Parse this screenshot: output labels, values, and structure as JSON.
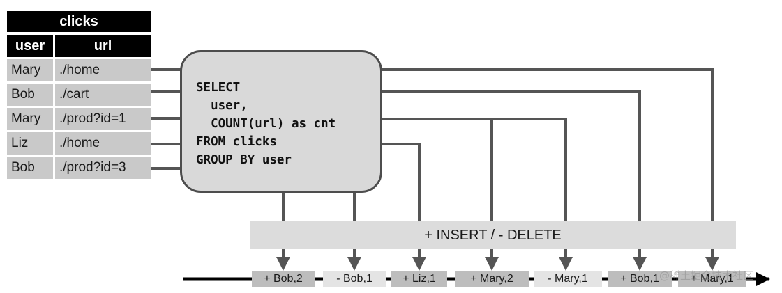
{
  "table": {
    "title": "clicks",
    "headers": [
      "user",
      "url"
    ],
    "rows": [
      {
        "user": "Mary",
        "url": "./home"
      },
      {
        "user": "Bob",
        "url": "./cart"
      },
      {
        "user": "Mary",
        "url": "./prod?id=1"
      },
      {
        "user": "Liz",
        "url": "./home"
      },
      {
        "user": "Bob",
        "url": "./prod?id=3"
      }
    ]
  },
  "query": {
    "lines": [
      "SELECT",
      "  user,",
      "  COUNT(url) as cnt",
      "FROM clicks",
      "GROUP BY user"
    ]
  },
  "changelog_label": "+ INSERT / - DELETE",
  "output_events": [
    "+ Bob,2",
    "- Bob,1",
    "+ Liz,1",
    "+ Mary,2",
    "- Mary,1",
    "+ Bob,1",
    "+ Mary,1"
  ],
  "watermark": "@稀土掘金技术社区",
  "colors": {
    "header": "#000000",
    "cell": "#c9c9c9",
    "box": "#d9d9d9",
    "connector": "#555555",
    "timeline": "#000000"
  }
}
